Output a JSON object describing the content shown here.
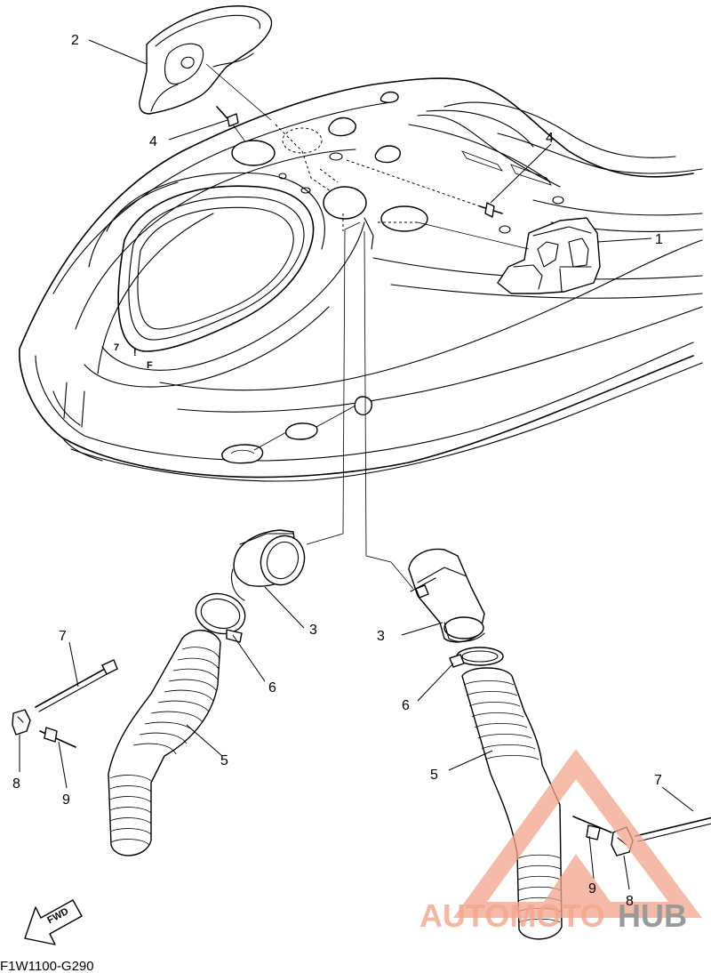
{
  "callouts": [
    {
      "id": "c1",
      "text": "1"
    },
    {
      "id": "c2",
      "text": "2"
    },
    {
      "id": "c3a",
      "text": "3"
    },
    {
      "id": "c3b",
      "text": "3"
    },
    {
      "id": "c4a",
      "text": "4"
    },
    {
      "id": "c4b",
      "text": "4"
    },
    {
      "id": "c5a",
      "text": "5"
    },
    {
      "id": "c5b",
      "text": "5"
    },
    {
      "id": "c6a",
      "text": "6"
    },
    {
      "id": "c6b",
      "text": "6"
    },
    {
      "id": "c7a",
      "text": "7"
    },
    {
      "id": "c7b",
      "text": "7"
    },
    {
      "id": "c8a",
      "text": "8"
    },
    {
      "id": "c8b",
      "text": "8"
    },
    {
      "id": "c9a",
      "text": "9"
    },
    {
      "id": "c9b",
      "text": "9"
    }
  ],
  "direction_label": "FWD",
  "drawing_code": "F1W1100-G290",
  "watermark": {
    "text_accent": "AUTOMOTO",
    "text_dark": "HUB",
    "accent_color": "#f4a58c",
    "dark_color": "#9a9a9a"
  },
  "icons": [
    "watermark-triangle-icon",
    "fwd-arrow-icon"
  ]
}
